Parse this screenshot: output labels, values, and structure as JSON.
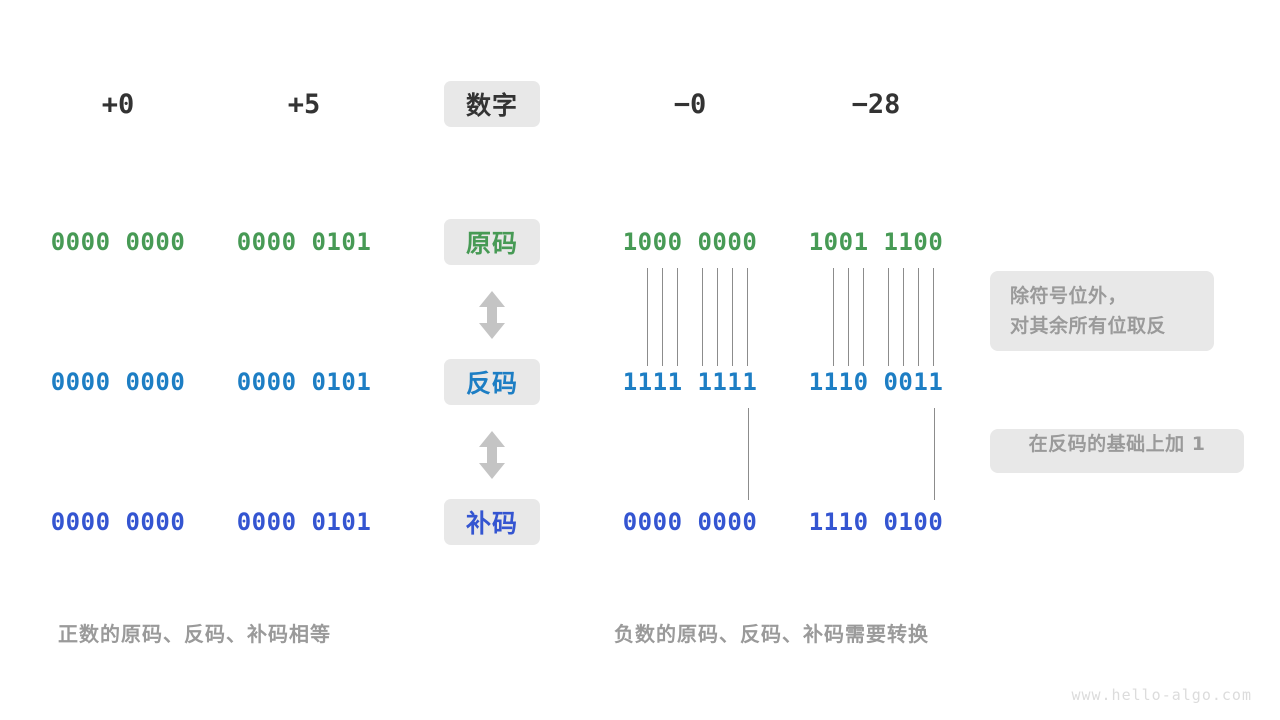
{
  "diagram": {
    "title_row": {
      "badge": "数字",
      "columns": [
        "+0",
        "+5",
        "−0",
        "−28"
      ]
    },
    "rows": [
      {
        "badge": "原码",
        "color": "#479a55",
        "values": [
          "0000 0000",
          "0000 0101",
          "1000 0000",
          "1001 1100"
        ]
      },
      {
        "badge": "反码",
        "color": "#1d7ec4",
        "values": [
          "0000 0000",
          "0000 0101",
          "1111 1111",
          "1110 0011"
        ]
      },
      {
        "badge": "补码",
        "color": "#3455d1",
        "values": [
          "0000 0000",
          "0000 0101",
          "0000 0000",
          "1110 0100"
        ]
      }
    ],
    "notes": [
      {
        "line1": "除符号位外，",
        "line2": "对其余所有位取反"
      },
      {
        "line1": "在反码的基础上加  1",
        "line2": ""
      }
    ],
    "captions": {
      "left": "正数的原码、反码、补码相等",
      "right": "负数的原码、反码、补码需要转换"
    },
    "watermark": "www.hello-algo.com",
    "colors": {
      "badge_bg": "#e8e8e8",
      "green": "#479a55",
      "blue": "#1d7ec4",
      "indigo": "#3455d1",
      "gray_text": "#9a9a9a",
      "line": "#8c8c8c",
      "arrow": "#c4c4c4"
    }
  }
}
